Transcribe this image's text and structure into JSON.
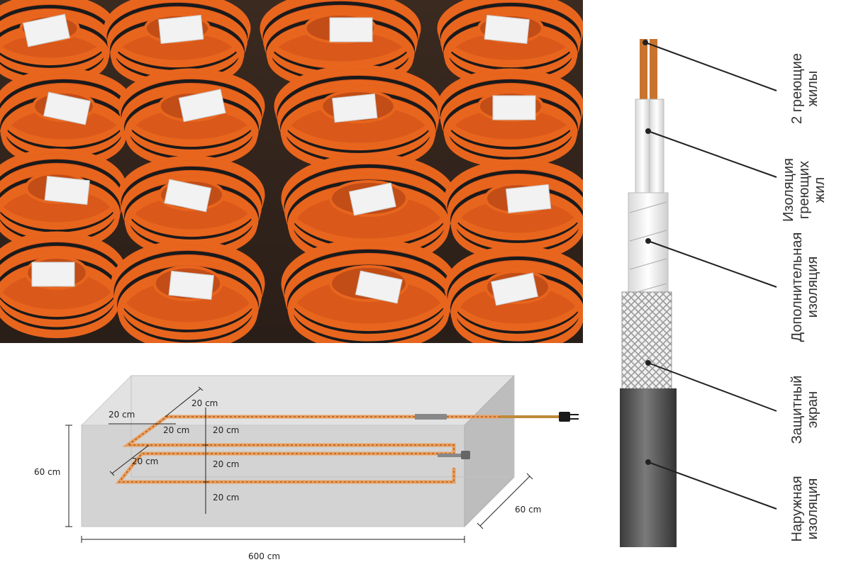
{
  "box_diagram": {
    "dimensions": {
      "height": "60 cm",
      "depth": "60 cm",
      "length": "600 cm",
      "spacing_left_top": "20 cm",
      "spacing_left_mid": "20 cm",
      "spacing_diag_top": "20 cm",
      "spacing_diag_bottom": "20 cm",
      "spacing_vertical_1": "20 cm",
      "spacing_vertical_2": "20 cm",
      "spacing_vertical_3": "20 cm"
    }
  },
  "cable_diagram": {
    "labels": [
      {
        "line1": "2 греющие",
        "line2": "жилы"
      },
      {
        "line1": "Изоляция",
        "line2": "греющих",
        "line3": "жил"
      },
      {
        "line1": "Дополнительная",
        "line2": "изоляция"
      },
      {
        "line1": "Защитный",
        "line2": "экран"
      },
      {
        "line1": "Наружная",
        "line2": "изоляция"
      }
    ]
  },
  "colors": {
    "cable_orange": "#e8651e",
    "cable_black": "#1a1a1a",
    "copper": "#c8742e",
    "outer_jacket": "#555555",
    "box_fill": "#d7d7d7"
  }
}
